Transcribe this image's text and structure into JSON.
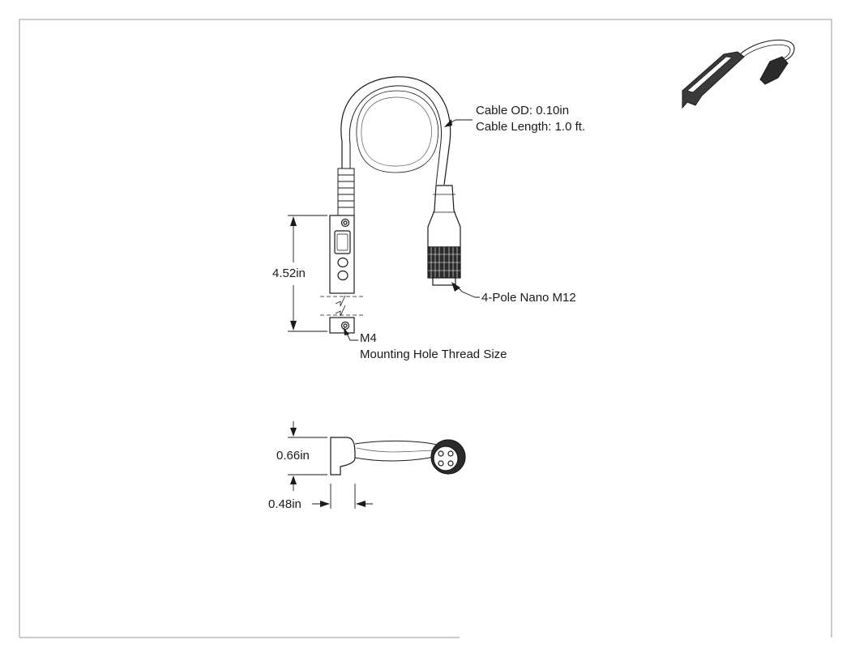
{
  "callouts": {
    "cable_od": "Cable OD: 0.10in",
    "cable_length": "Cable Length: 1.0 ft.",
    "connector": "4-Pole Nano M12",
    "thread_size": "M4",
    "thread_label": "Mounting Hole Thread Size"
  },
  "dimensions": {
    "body_length": "4.52in",
    "body_height": "0.66in",
    "body_width": "0.48in"
  },
  "colors": {
    "line": "#1a1a1a",
    "thin_line": "#555555",
    "connector_dark": "#2b2b2b",
    "frame": "#9a9a9a"
  }
}
